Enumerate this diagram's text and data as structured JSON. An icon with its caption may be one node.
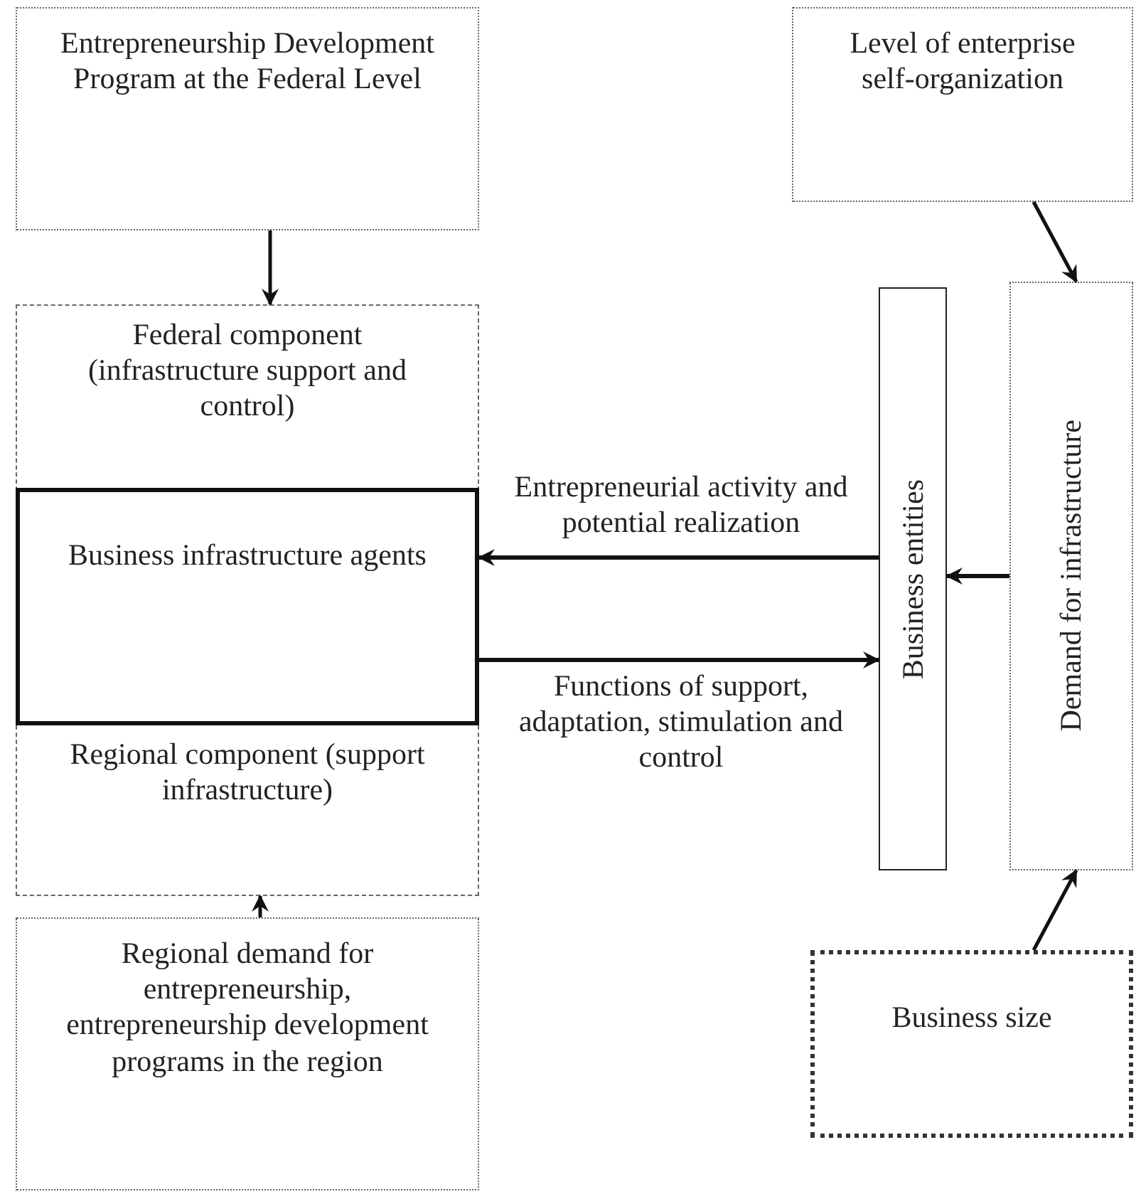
{
  "diagram": {
    "nodes": [
      {
        "text": [
          "Entrepreneurship Development Program at the Federal Level"
        ]
      },
      {
        "text": [
          "Level of enterprise self-organization"
        ]
      },
      {
        "text": [
          "Federal component (infrastructure support and control)"
        ]
      },
      {
        "text": [
          "Business infrastructure agents"
        ]
      },
      {
        "text": [
          "Regional component (support infrastructure)"
        ]
      },
      {
        "text": [
          "Business entities"
        ]
      },
      {
        "text": [
          "Demand for infrastructure"
        ]
      },
      {
        "text": [
          "Regional demand for entrepreneurship, entrepreneurship development programs in the region"
        ]
      },
      {
        "text": [
          "Business size"
        ]
      }
    ],
    "edges": [
      {
        "from": 0,
        "to": 2,
        "arrow": "to"
      },
      {
        "from": 1,
        "to": 6,
        "arrow": "to"
      },
      {
        "from": 5,
        "to": 3,
        "arrow": "to",
        "label": "Entrepreneurial activity and potential realization"
      },
      {
        "from": 3,
        "to": 5,
        "arrow": "to",
        "label": "Functions of support, adaptation, stimulation and control"
      },
      {
        "from": 6,
        "to": 5,
        "arrow": "to"
      },
      {
        "from": 7,
        "to": 4,
        "arrow": "to"
      },
      {
        "from": 8,
        "to": 6,
        "arrow": "to"
      }
    ]
  }
}
